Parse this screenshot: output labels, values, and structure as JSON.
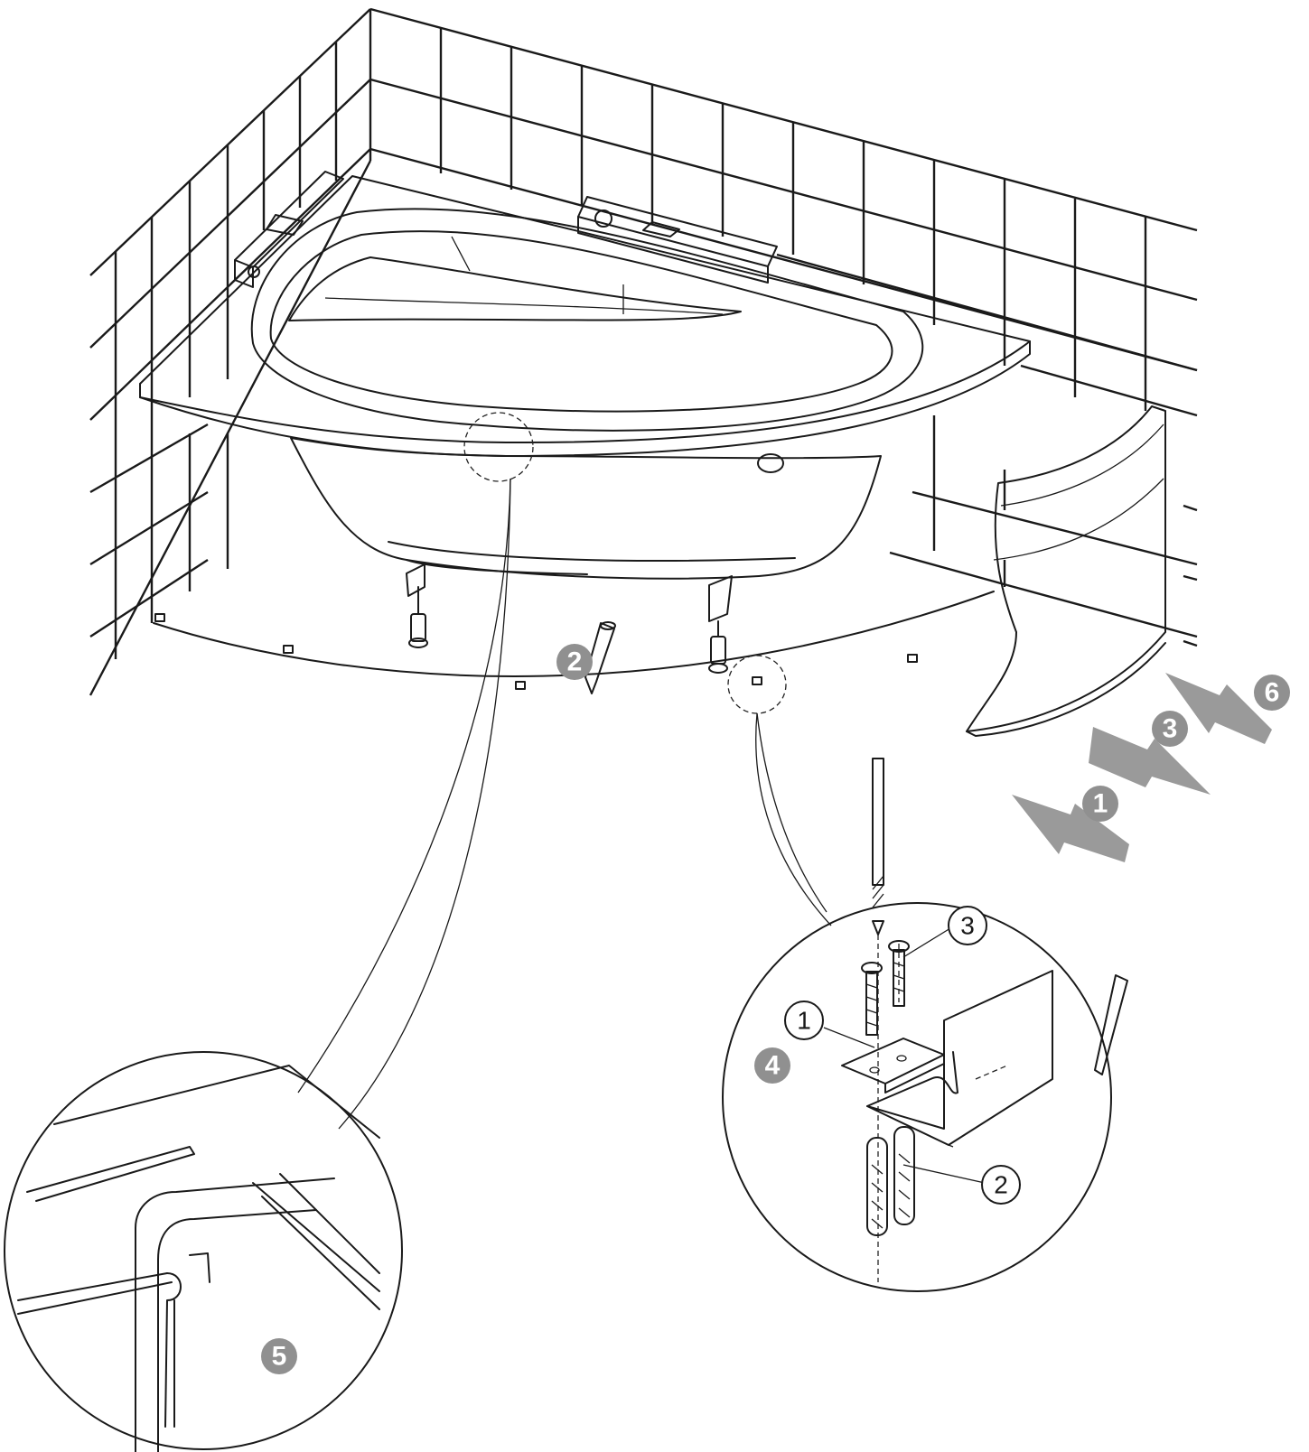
{
  "step_badges": {
    "step_1": "1",
    "step_2": "2",
    "step_3": "3",
    "step_4": "4",
    "step_5": "5",
    "step_6": "6"
  },
  "detail_callouts": {
    "bracket": "1",
    "dowel": "2",
    "screw": "3"
  },
  "colors": {
    "line": "#1a1a1a",
    "badge": "#909090",
    "arrow": "#9a9a9a",
    "background": "#ffffff"
  }
}
